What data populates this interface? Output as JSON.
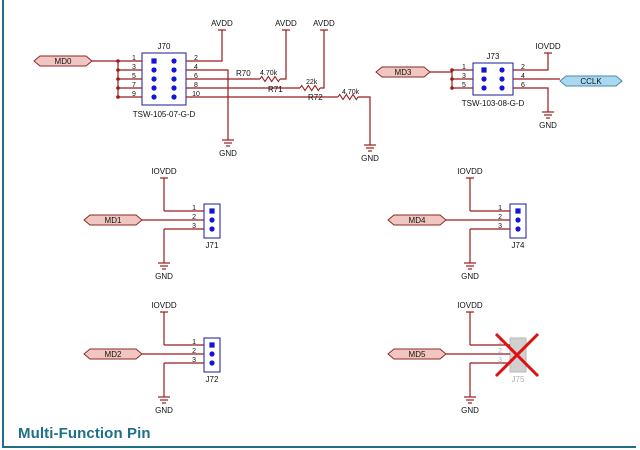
{
  "title": "Multi-Function Pin",
  "colors": {
    "wire": "#9a1a1a",
    "component": "#1a1a9a",
    "pin_dot": "#1414d8",
    "net_flag_fill": "#f2c6c0",
    "net_flag_stroke": "#8a2a2a",
    "cclk_flag_fill": "#a9d8ef",
    "cclk_flag_stroke": "#4a8ab0",
    "power_stroke": "#9a1a1a",
    "title_color": "#1f6f8b",
    "dnp_cross": "#e01010"
  },
  "nets": {
    "md0": "MD0",
    "md1": "MD1",
    "md2": "MD2",
    "md3": "MD3",
    "md4": "MD4",
    "md5": "MD5",
    "cclk": "CCLK"
  },
  "power": {
    "avdd": "AVDD",
    "iovdd": "IOVDD",
    "gnd": "GND"
  },
  "j70": {
    "ref": "J70",
    "part": "TSW-105-07-G-D",
    "left_pins": [
      "1",
      "3",
      "5",
      "7",
      "9"
    ],
    "right_pins": [
      "2",
      "4",
      "6",
      "8",
      "10"
    ]
  },
  "j73": {
    "ref": "J73",
    "part": "TSW-103-08-G-D",
    "left_pins": [
      "1",
      "3",
      "5"
    ],
    "right_pins": [
      "2",
      "4",
      "6"
    ]
  },
  "resistors": [
    {
      "ref": "R70",
      "value": "4.70k"
    },
    {
      "ref": "R71",
      "value": "22k"
    },
    {
      "ref": "R72",
      "value": "4.70k"
    }
  ],
  "j71": {
    "ref": "J71",
    "pins": [
      "1",
      "2",
      "3"
    ]
  },
  "j72": {
    "ref": "J72",
    "pins": [
      "1",
      "2",
      "3"
    ]
  },
  "j74": {
    "ref": "J74",
    "pins": [
      "1",
      "2",
      "3"
    ]
  },
  "j75": {
    "ref": "J75",
    "pins": [
      "1",
      "2",
      "3"
    ],
    "status": "DNP"
  }
}
